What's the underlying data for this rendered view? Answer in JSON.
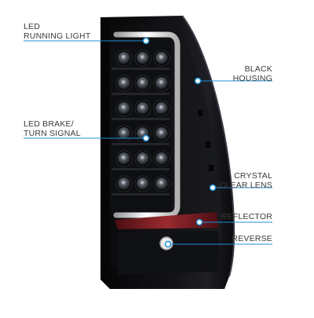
{
  "callouts": {
    "running_light": [
      "LED",
      "RUNNING LIGHT"
    ],
    "black_housing": [
      "BLACK",
      "HOUSING"
    ],
    "brake_turn": [
      "LED BRAKE/",
      "TURN SIGNAL"
    ],
    "crystal_lens": [
      "CRYSTAL",
      "CLEAR LENS"
    ],
    "reflector": [
      "REFLECTOR"
    ],
    "reverse": [
      "REVERSE"
    ]
  },
  "colors": {
    "callout_line": "#1f8fd6",
    "housing": "#0d0d0f",
    "light_bar": "#f2f2f2",
    "reflector": "#8a1f24",
    "label_text": "#3a3a3a"
  },
  "led_grid": {
    "rows": 6,
    "columns": 3
  }
}
